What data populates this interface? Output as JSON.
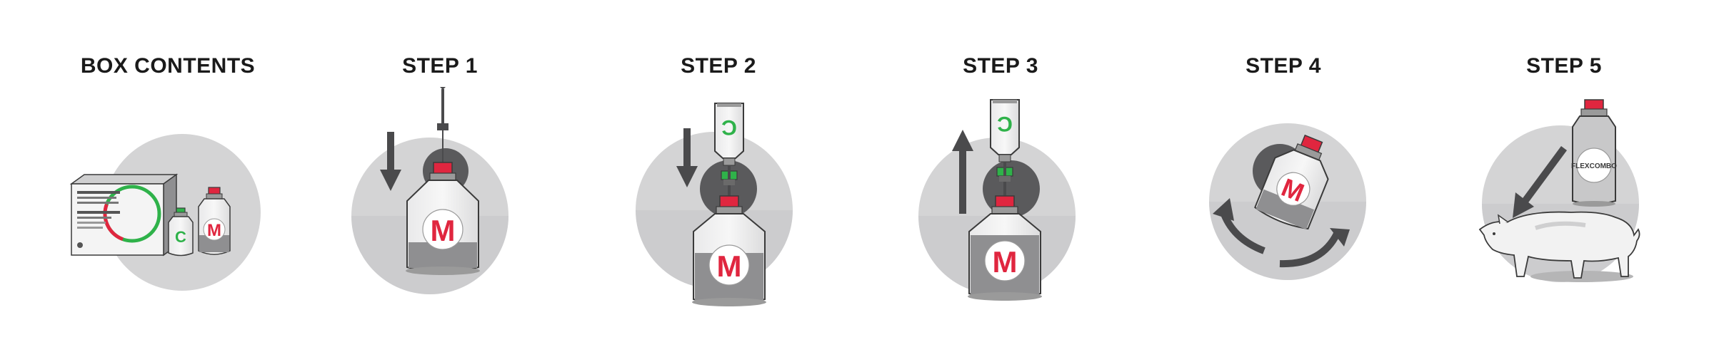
{
  "steps": [
    {
      "title": "BOX CONTENTS"
    },
    {
      "title": "STEP 1"
    },
    {
      "title": "STEP 2"
    },
    {
      "title": "STEP 3"
    },
    {
      "title": "STEP 4"
    },
    {
      "title": "STEP 5"
    }
  ],
  "labels": {
    "vial_m": "M",
    "vial_c": "C",
    "bottle_brand": "FLEXCOMBO"
  },
  "colors": {
    "cap_red": "#e0263f",
    "cap_green": "#2fb24a",
    "circle_gray": "#d4d4d5",
    "dark_gray": "#4a4a4c"
  }
}
